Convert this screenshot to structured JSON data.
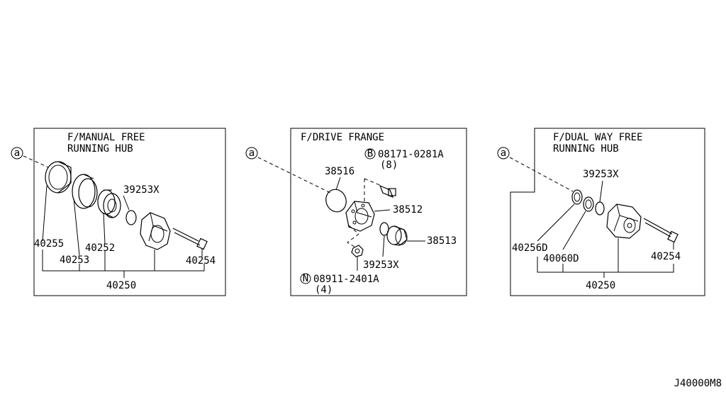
{
  "panels": {
    "manual": {
      "title_line1": "F/MANUAL FREE",
      "title_line2": "RUNNING HUB",
      "labels": {
        "p40255": "40255",
        "p40253": "40253",
        "p40252": "40252",
        "p39253x": "39253X",
        "p40254": "40254",
        "p40250": "40250"
      }
    },
    "flange": {
      "title": "F/DRIVE FRANGE",
      "labels": {
        "p38516": "38516",
        "bolt_symbol": "B",
        "bolt_code": "08171-0281A",
        "bolt_qty": "(8)",
        "p38512": "38512",
        "p38513": "38513",
        "p39253x": "39253X",
        "nut_symbol": "N",
        "nut_code": "08911-2401A",
        "nut_qty": "(4)"
      }
    },
    "dual": {
      "title_line1": "F/DUAL WAY FREE",
      "title_line2": "RUNNING HUB",
      "labels": {
        "p39253x": "39253X",
        "p40256d": "40256D",
        "p40060d": "40060D",
        "p40254": "40254",
        "p40250": "40250"
      }
    }
  },
  "ref_symbol": "a",
  "figure_code": "J40000M8"
}
